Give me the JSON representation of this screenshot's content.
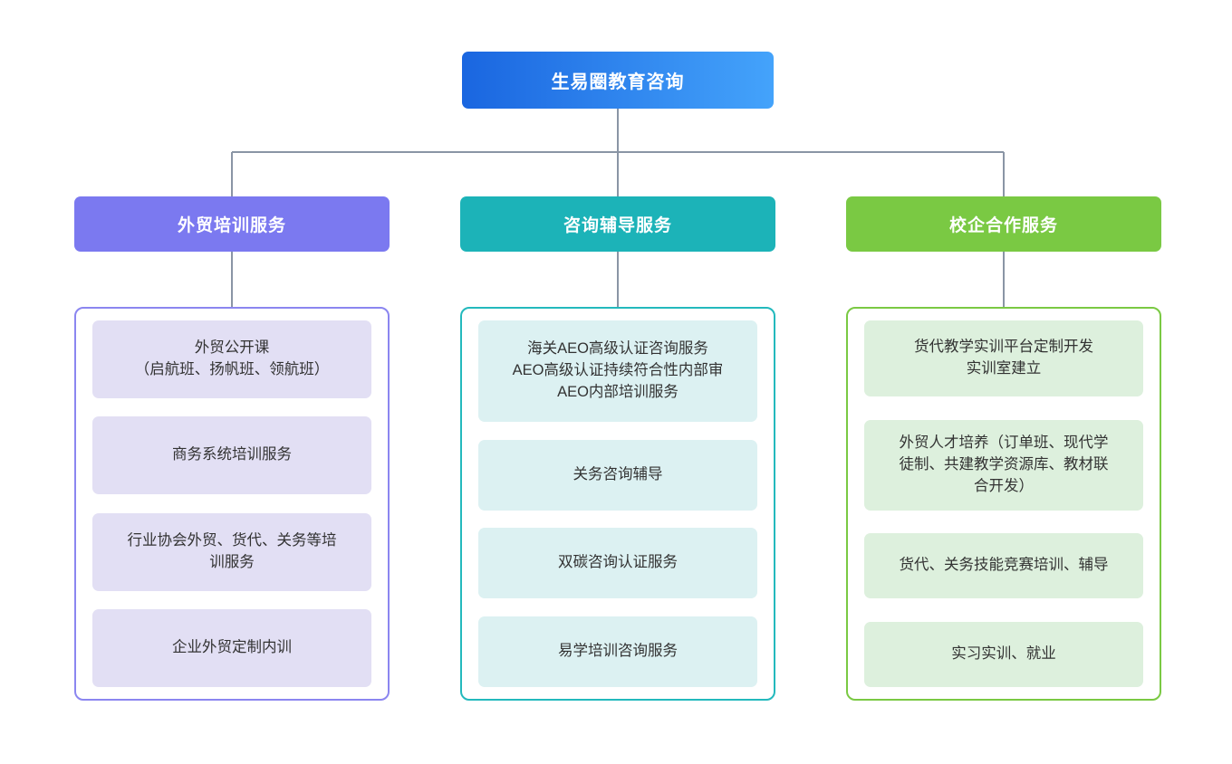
{
  "diagram": {
    "type": "organization-service-tree",
    "root": {
      "label": "生易圈教育咨询",
      "color_start": "#1a66e0",
      "color_end": "#44a3fb"
    },
    "connector_color": "#8a95a5",
    "columns": [
      {
        "id": "waimao-peixun",
        "header": "外贸培训服务",
        "header_color": "#7b79f0",
        "panel_border_color": "#8b86f0",
        "chip_color": "#e2dff4",
        "items": [
          {
            "lines": [
              "外贸公开课",
              "（启航班、扬帆班、领航班）"
            ]
          },
          {
            "lines": [
              "商务系统培训服务"
            ]
          },
          {
            "lines": [
              "行业协会外贸、货代、关务等培",
              "训服务"
            ]
          },
          {
            "lines": [
              "企业外贸定制内训"
            ]
          }
        ]
      },
      {
        "id": "zixun-fudao",
        "header": "咨询辅导服务",
        "header_color": "#1cb3b8",
        "panel_border_color": "#23b9bd",
        "chip_color": "#dcf1f2",
        "items": [
          {
            "lines": [
              "海关AEO高级认证咨询服务",
              "AEO高级认证持续符合性内部审",
              "AEO内部培训服务"
            ]
          },
          {
            "lines": [
              "关务咨询辅导"
            ]
          },
          {
            "lines": [
              "双碳咨询认证服务"
            ]
          },
          {
            "lines": [
              "易学培训咨询服务"
            ]
          }
        ]
      },
      {
        "id": "xiaoqi-hezuo",
        "header": "校企合作服务",
        "header_color": "#7ac943",
        "panel_border_color": "#7ac943",
        "chip_color": "#ddf0dd",
        "items": [
          {
            "lines": [
              "货代教学实训平台定制开发",
              "实训室建立"
            ]
          },
          {
            "lines": [
              "外贸人才培养（订单班、现代学",
              "徒制、共建教学资源库、教材联",
              "合开发）"
            ]
          },
          {
            "lines": [
              "货代、关务技能竞赛培训、辅导"
            ]
          },
          {
            "lines": [
              "实习实训、就业"
            ]
          }
        ]
      }
    ]
  }
}
